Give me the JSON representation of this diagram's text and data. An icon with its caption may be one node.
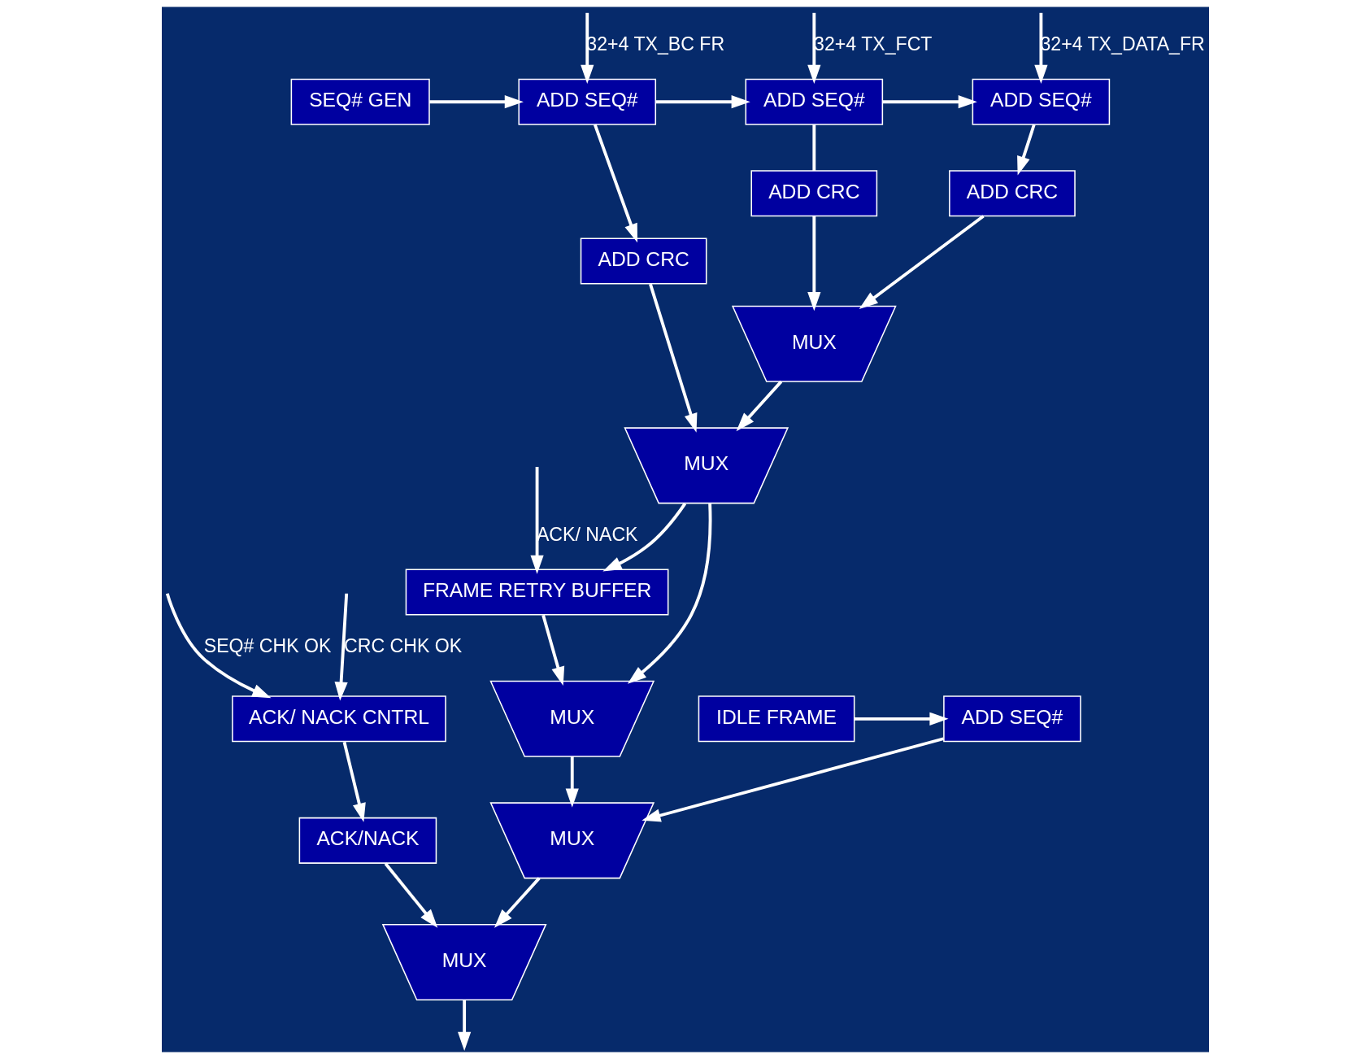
{
  "diagram": {
    "nodes": [
      {
        "text": [
          "SEQ# GEN"
        ]
      },
      {
        "text": [
          "ADD SEQ#"
        ]
      },
      {
        "text": [
          "ADD SEQ#"
        ]
      },
      {
        "text": [
          "ADD SEQ#"
        ]
      },
      {
        "text": [
          "ADD CRC"
        ]
      },
      {
        "text": [
          "ADD CRC"
        ]
      },
      {
        "text": [
          "ADD CRC"
        ]
      },
      {
        "text": [
          "MUX"
        ]
      },
      {
        "text": [
          "MUX"
        ]
      },
      {
        "text": [
          "FRAME RETRY BUFFER"
        ]
      },
      {
        "text": [
          "MUX"
        ]
      },
      {
        "text": [
          "IDLE FRAME"
        ]
      },
      {
        "text": [
          "ADD SEQ#"
        ]
      },
      {
        "text": [
          "MUX"
        ]
      },
      {
        "text": [
          "ACK/ NACK CNTRL"
        ]
      },
      {
        "text": [
          "ACK/NACK"
        ]
      },
      {
        "text": [
          "MUX"
        ]
      }
    ],
    "edges": [
      {
        "from": null,
        "to": 1,
        "arrow": "to",
        "label": "32+4 TX_BC FR"
      },
      {
        "from": null,
        "to": 2,
        "arrow": "to",
        "label": "32+4 TX_FCT"
      },
      {
        "from": null,
        "to": 3,
        "arrow": "to",
        "label": "32+4 TX_DATA_FR"
      },
      {
        "from": 0,
        "to": 1,
        "arrow": "to"
      },
      {
        "from": 1,
        "to": 2,
        "arrow": "to"
      },
      {
        "from": 2,
        "to": 3,
        "arrow": "to"
      },
      {
        "from": 1,
        "to": 4,
        "arrow": "to"
      },
      {
        "from": 2,
        "to": 5,
        "arrow": "none"
      },
      {
        "from": 3,
        "to": 6,
        "arrow": "to"
      },
      {
        "from": 5,
        "to": 7,
        "arrow": "to"
      },
      {
        "from": 6,
        "to": 7,
        "arrow": "to"
      },
      {
        "from": 4,
        "to": 8,
        "arrow": "to"
      },
      {
        "from": 7,
        "to": 8,
        "arrow": "to"
      },
      {
        "from": 8,
        "to": 9,
        "arrow": "to"
      },
      {
        "from": 8,
        "to": 10,
        "arrow": "to"
      },
      {
        "from": 9,
        "to": 10,
        "arrow": "to"
      },
      {
        "from": null,
        "to": 9,
        "arrow": "to",
        "label": "ACK/ NACK"
      },
      {
        "from": 11,
        "to": 12,
        "arrow": "to"
      },
      {
        "from": 12,
        "to": 13,
        "arrow": "to"
      },
      {
        "from": 10,
        "to": 13,
        "arrow": "to"
      },
      {
        "from": null,
        "to": 14,
        "arrow": "to",
        "label": "SEQ# CHK OK"
      },
      {
        "from": null,
        "to": 14,
        "arrow": "to",
        "label": "CRC CHK OK"
      },
      {
        "from": 14,
        "to": 15,
        "arrow": "to"
      },
      {
        "from": 13,
        "to": 16,
        "arrow": "to"
      },
      {
        "from": 15,
        "to": 16,
        "arrow": "to"
      },
      {
        "from": 16,
        "to": null,
        "arrow": "to"
      }
    ]
  }
}
